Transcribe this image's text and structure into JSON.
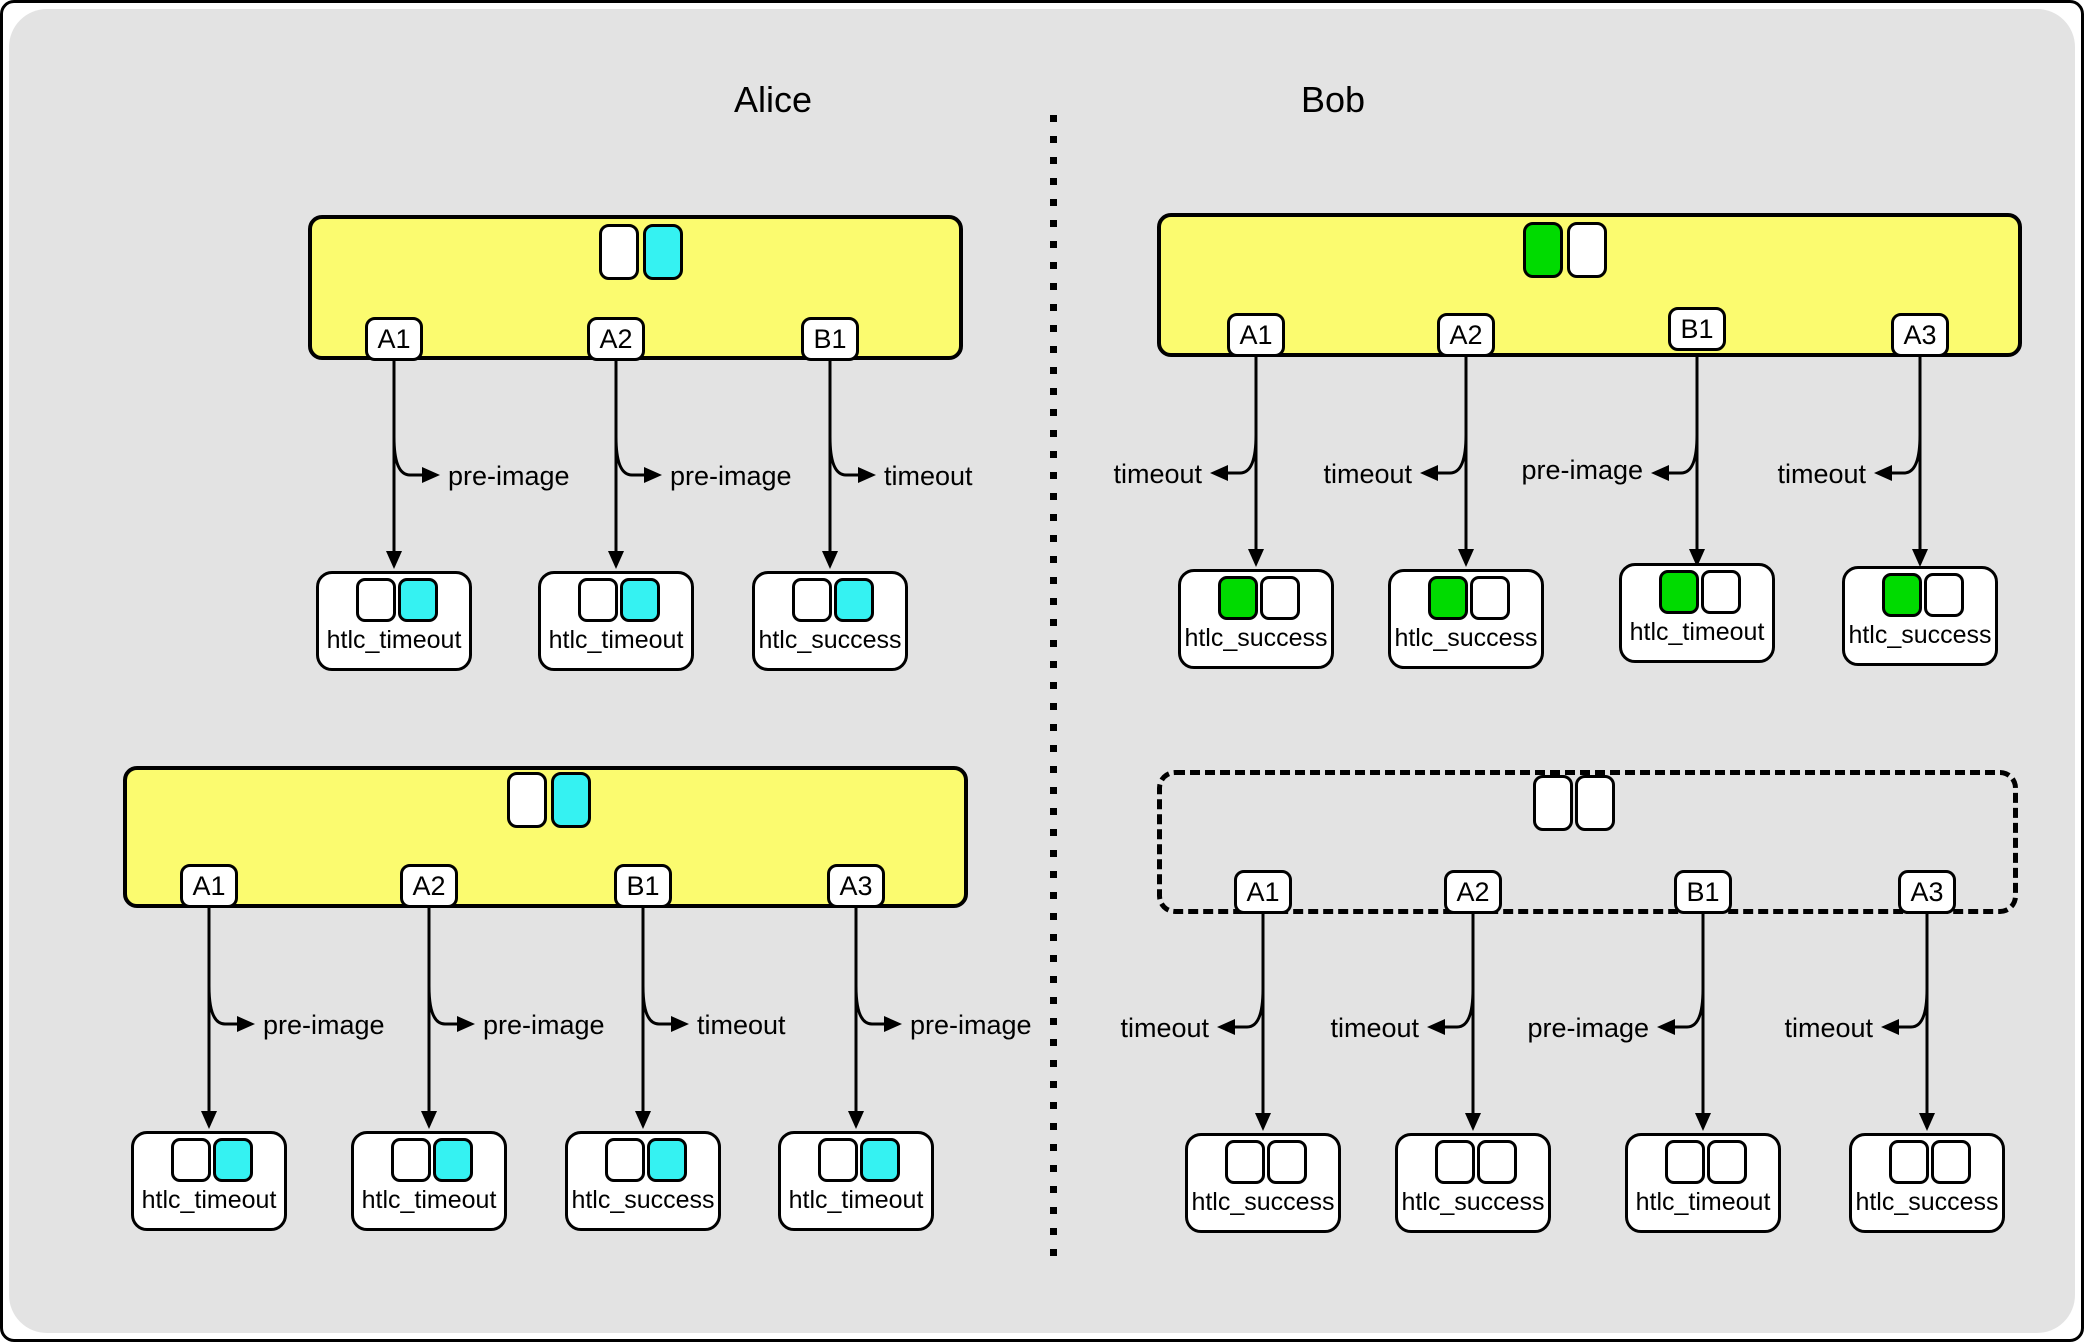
{
  "titles": {
    "alice": "Alice",
    "bob": "Bob"
  },
  "colors": {
    "background": "#E3E3E3",
    "yellow": "#FBFB6F",
    "cyan": "#35F2F2",
    "green": "#00DB00",
    "white": "#FFFFFF"
  },
  "groups": {
    "alice_top": {
      "funding_slots": [
        "#FFFFFF",
        "#35F2F2"
      ],
      "outputs": [
        {
          "label": "A1",
          "arrow_label": "pre-image",
          "htlc_label": "htlc_timeout",
          "slots": [
            "#FFFFFF",
            "#35F2F2"
          ]
        },
        {
          "label": "A2",
          "arrow_label": "pre-image",
          "htlc_label": "htlc_timeout",
          "slots": [
            "#FFFFFF",
            "#35F2F2"
          ]
        },
        {
          "label": "B1",
          "arrow_label": "timeout",
          "htlc_label": "htlc_success",
          "slots": [
            "#FFFFFF",
            "#35F2F2"
          ]
        }
      ]
    },
    "alice_bottom": {
      "funding_slots": [
        "#FFFFFF",
        "#35F2F2"
      ],
      "outputs": [
        {
          "label": "A1",
          "arrow_label": "pre-image",
          "htlc_label": "htlc_timeout",
          "slots": [
            "#FFFFFF",
            "#35F2F2"
          ]
        },
        {
          "label": "A2",
          "arrow_label": "pre-image",
          "htlc_label": "htlc_timeout",
          "slots": [
            "#FFFFFF",
            "#35F2F2"
          ]
        },
        {
          "label": "B1",
          "arrow_label": "timeout",
          "htlc_label": "htlc_success",
          "slots": [
            "#FFFFFF",
            "#35F2F2"
          ]
        },
        {
          "label": "A3",
          "arrow_label": "pre-image",
          "htlc_label": "htlc_timeout",
          "slots": [
            "#FFFFFF",
            "#35F2F2"
          ]
        }
      ]
    },
    "bob_top": {
      "funding_slots": [
        "#00DB00",
        "#FFFFFF"
      ],
      "outputs": [
        {
          "label": "A1",
          "arrow_label": "timeout",
          "htlc_label": "htlc_success",
          "slots": [
            "#00DB00",
            "#FFFFFF"
          ]
        },
        {
          "label": "A2",
          "arrow_label": "timeout",
          "htlc_label": "htlc_success",
          "slots": [
            "#00DB00",
            "#FFFFFF"
          ]
        },
        {
          "label": "B1",
          "arrow_label": "pre-image",
          "htlc_label": "htlc_timeout",
          "slots": [
            "#00DB00",
            "#FFFFFF"
          ]
        },
        {
          "label": "A3",
          "arrow_label": "timeout",
          "htlc_label": "htlc_success",
          "slots": [
            "#00DB00",
            "#FFFFFF"
          ]
        }
      ]
    },
    "bob_bottom": {
      "funding_slots": [
        "#FFFFFF",
        "#FFFFFF"
      ],
      "outputs": [
        {
          "label": "A1",
          "arrow_label": "timeout",
          "htlc_label": "htlc_success",
          "slots": [
            "#FFFFFF",
            "#FFFFFF"
          ]
        },
        {
          "label": "A2",
          "arrow_label": "timeout",
          "htlc_label": "htlc_success",
          "slots": [
            "#FFFFFF",
            "#FFFFFF"
          ]
        },
        {
          "label": "B1",
          "arrow_label": "pre-image",
          "htlc_label": "htlc_timeout",
          "slots": [
            "#FFFFFF",
            "#FFFFFF"
          ]
        },
        {
          "label": "A3",
          "arrow_label": "timeout",
          "htlc_label": "htlc_success",
          "slots": [
            "#FFFFFF",
            "#FFFFFF"
          ]
        }
      ]
    }
  }
}
